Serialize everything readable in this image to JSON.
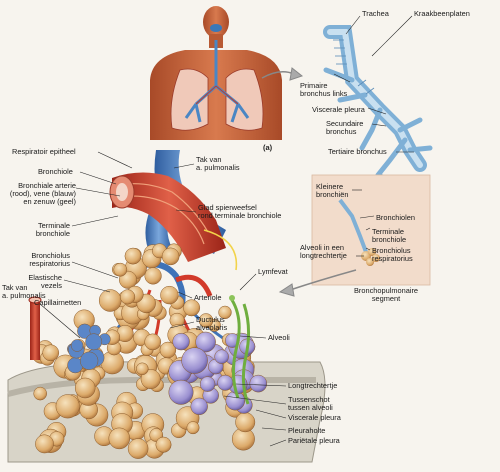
{
  "panel_marker": "(a)",
  "labels": {
    "trachea": "Trachea",
    "kraakbeenplaten": "Kraakbeenplaten",
    "primaire_bronchus": "Primaire\nbronchus links",
    "viscerale_pleura_top": "Viscerale pleura",
    "secundaire_bronchus": "Secundaire\nbronchus",
    "tertiaire_bronchus": "Tertiaire bronchus",
    "kleinere_bronchien": "Kleinere\nbronchiën",
    "bronchiolen": "Bronchiolen",
    "terminale_bronchiole_right": "Terminale\nbronchiole",
    "bronchiolus_respiratorius_right": "Bronchiolus\nrespiratorius",
    "alveoli_longtrechtertje": "Alveoli in een\nlongtrechtertje",
    "bronchopulmonaire_segment": "Bronchopulmonaire\nsegment",
    "respiratoir_epitheel": "Respiratoir epitheel",
    "bronchiole": "Bronchiole",
    "bronchiale_arterie": "Bronchiale arterie\n(rood), vene (blauw)\nen zenuw (geel)",
    "terminale_bronchiole_left": "Terminale\nbronchiole",
    "bronchiolus_respiratorius_left": "Bronchiolus\nrespiratorius",
    "elastische_vezels": "Elastische\nvezels",
    "tak_pulmonalis_left": "Tak van\na. pulmonalis",
    "capillairnetten": "Capillairnetten",
    "tak_pulmonalis_top": "Tak van\na. pulmonalis",
    "glad_spierweefsel": "Glad spierweefsel\nrond terminale bronchiole",
    "lymfevat": "Lymfevat",
    "arteriole": "Arteriole",
    "ductulus_alveolaris": "Ductulus\nalveolaris",
    "alveoli": "Alveoli",
    "longtrechtertje": "Longtrechtertje",
    "tussenschot": "Tussenschot\ntussen alveoli",
    "viscerale_pleura_bottom": "Viscerale pleura",
    "pleuraholte": "Pleuraholte",
    "parietale_pleura": "Pariëtale pleura"
  },
  "colors": {
    "skin": "#c9623a",
    "artery": "#d23a2a",
    "vein": "#3f73b8",
    "bronchus": "#9cc3de",
    "alveolus": "#e8c79a",
    "lymph": "#6fae3f",
    "inset_bg": "#f2dccb",
    "label_box": "#f6ead8"
  }
}
